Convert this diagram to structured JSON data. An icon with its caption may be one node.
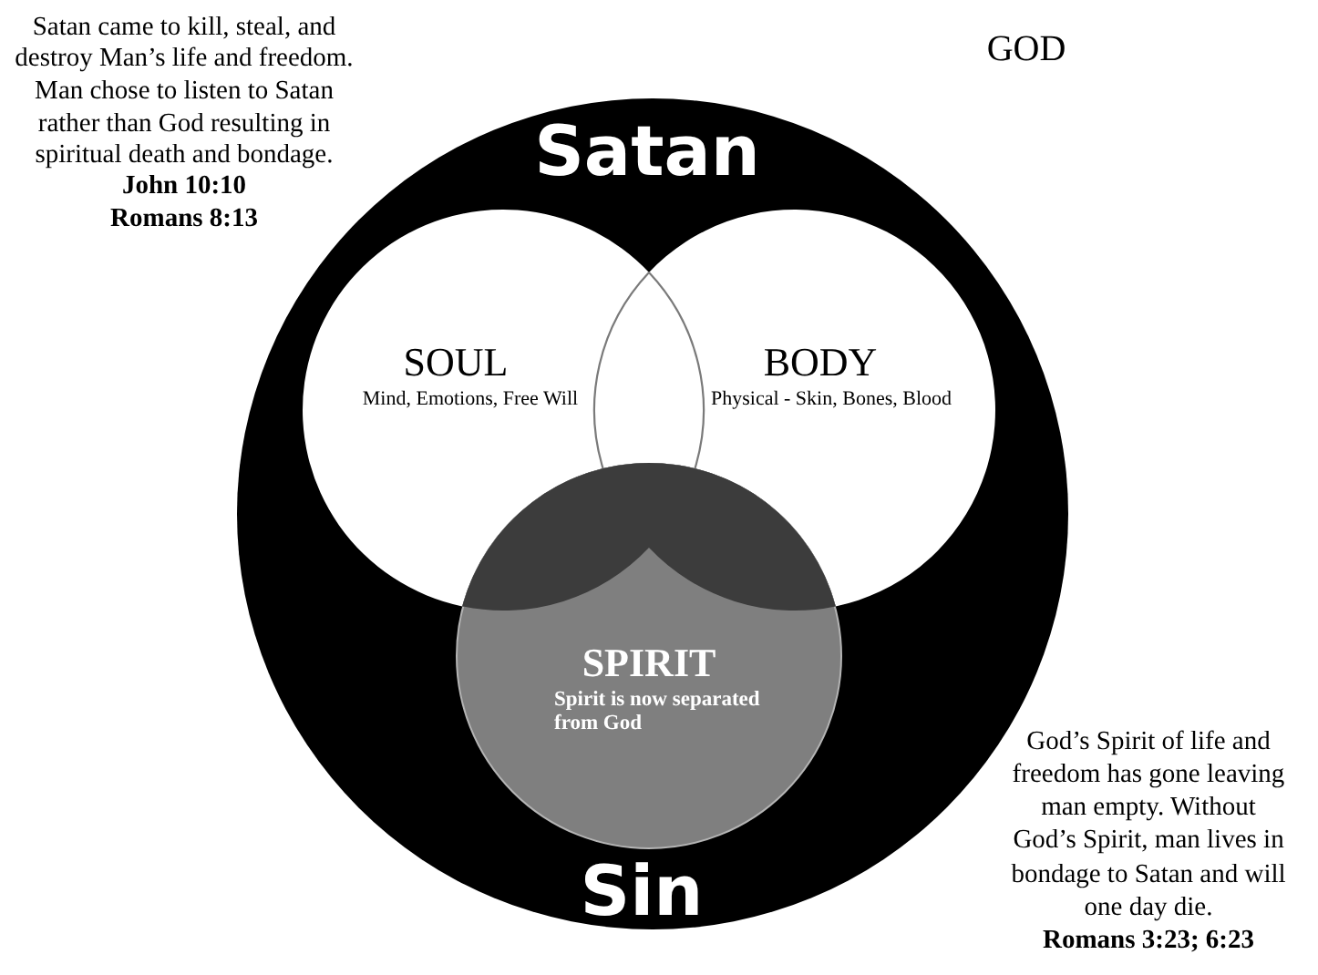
{
  "diagram": {
    "nodes": [
      {
        "text": [
          "Satan",
          "Sin"
        ]
      },
      {
        "text": [
          "SOUL",
          "Mind, Emotions, Free Will"
        ],
        "in": 0
      },
      {
        "text": [
          "BODY",
          "Physical - Skin, Bones, Blood"
        ],
        "in": 0
      },
      {
        "text": [
          "SPIRIT",
          "Spirit is now separated from God"
        ],
        "in": 0
      }
    ],
    "labels": [
      "Satan came to kill, steal, and destroy Man’s life and freedom. Man chose to listen to Satan rather than God resulting in spiritual death and bondage.",
      "John 10:10",
      "Romans 8:13",
      "GOD",
      "God’s Spirit of life and freedom has gone leaving man empty. Without God’s Spirit, man lives in bondage to Satan and will one day die.",
      "Romans 3:23; 6:23"
    ]
  }
}
